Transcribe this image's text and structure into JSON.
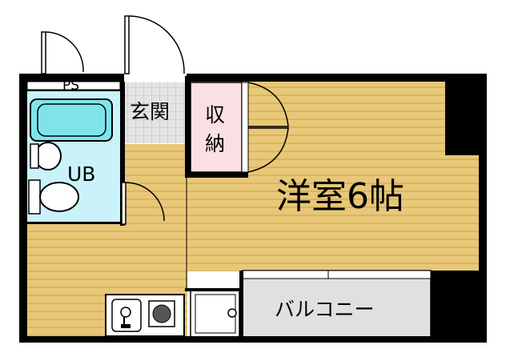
{
  "rooms": {
    "ps": "PS",
    "genkan": "玄関",
    "shuno_line1": "収",
    "shuno_line2": "納",
    "ub": "UB",
    "youshitsu": "洋室6帖",
    "balcony": "バルコニー"
  },
  "colors": {
    "wall": "#000000",
    "floor": "#E8C778",
    "floor_stripe": "#D9B560",
    "bath": "#C9F2FA",
    "tub": "#7FE3EC",
    "storage": "#FBE0E3",
    "genkan_tile": "#E4E4E4",
    "balcony": "#E0E0E0",
    "fixture": "#FFFFFF"
  }
}
